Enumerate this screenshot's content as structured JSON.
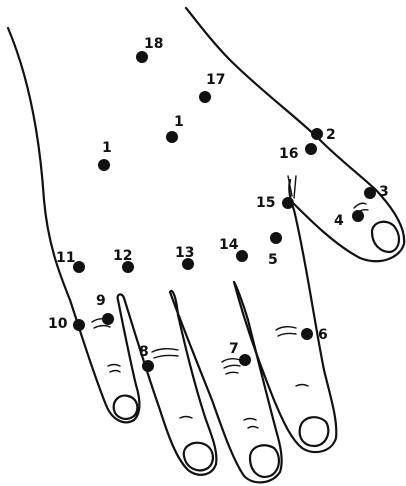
{
  "figure": {
    "subject": "Dorsal hand acupressure point map",
    "ink_color": "#111111",
    "background": "#ffffff"
  },
  "points": [
    {
      "id": "p18",
      "label": "18"
    },
    {
      "id": "p17",
      "label": "17"
    },
    {
      "id": "p1a",
      "label": "1"
    },
    {
      "id": "p1b",
      "label": "1"
    },
    {
      "id": "p2",
      "label": "2"
    },
    {
      "id": "p16",
      "label": "16"
    },
    {
      "id": "p3",
      "label": "3"
    },
    {
      "id": "p4",
      "label": "4"
    },
    {
      "id": "p15",
      "label": "15"
    },
    {
      "id": "p5",
      "label": "5"
    },
    {
      "id": "p14",
      "label": "14"
    },
    {
      "id": "p13",
      "label": "13"
    },
    {
      "id": "p12",
      "label": "12"
    },
    {
      "id": "p11",
      "label": "11"
    },
    {
      "id": "p9",
      "label": "9"
    },
    {
      "id": "p10",
      "label": "10"
    },
    {
      "id": "p8",
      "label": "8"
    },
    {
      "id": "p7",
      "label": "7"
    },
    {
      "id": "p6",
      "label": "6"
    }
  ]
}
